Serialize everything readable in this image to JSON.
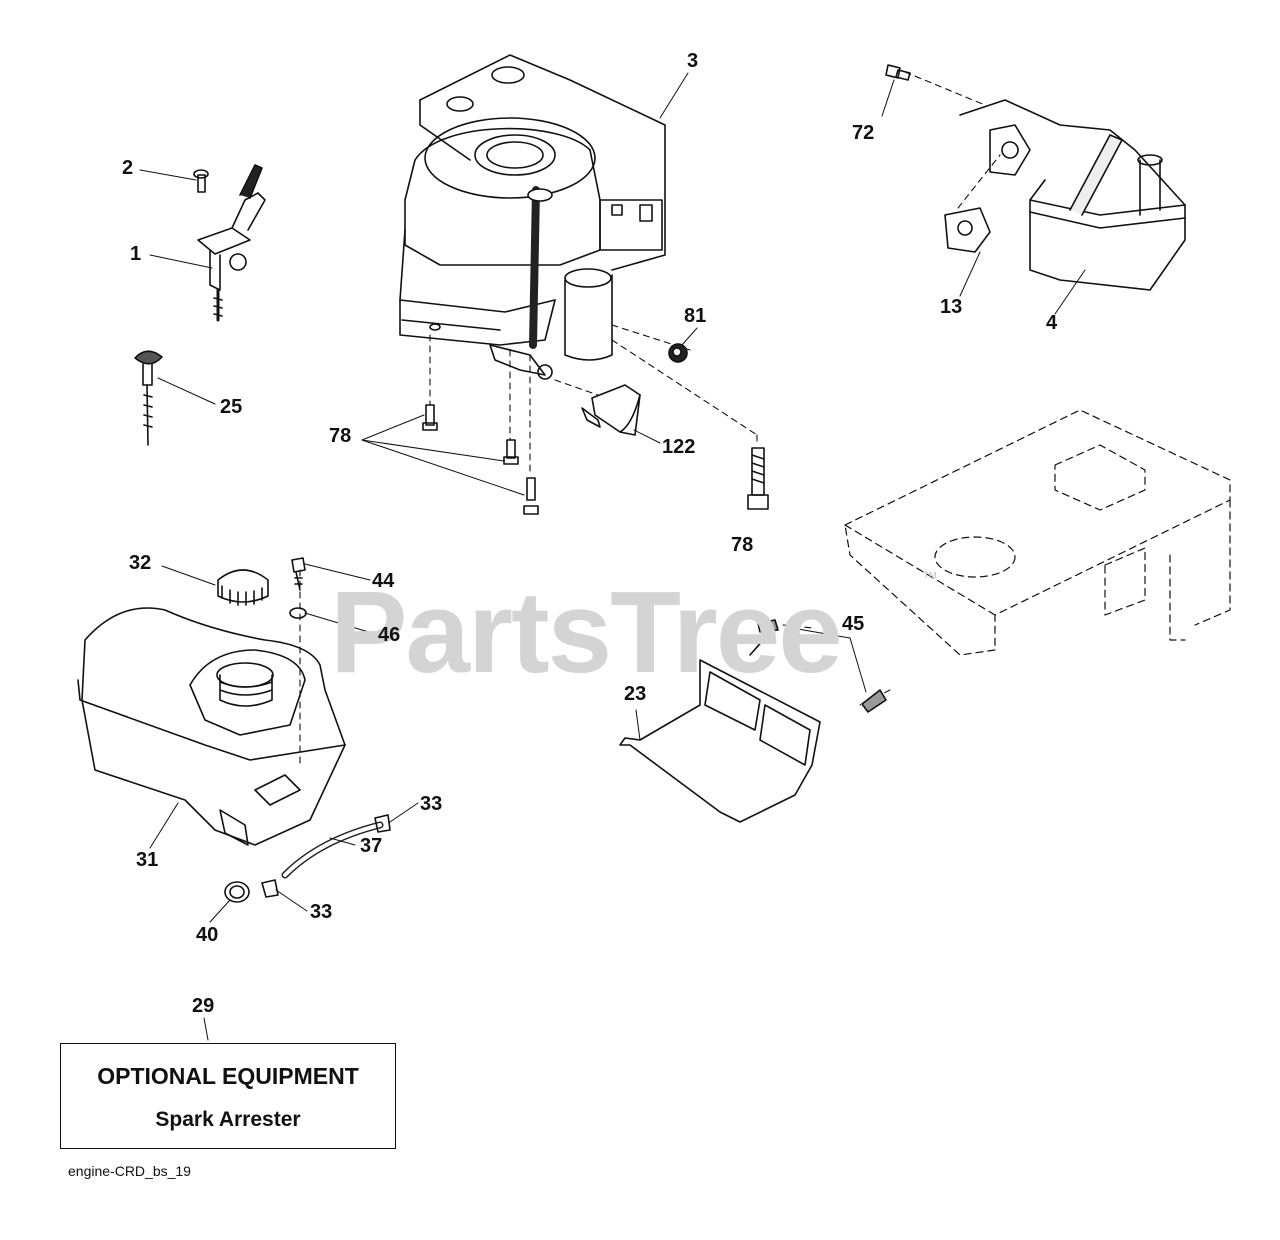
{
  "watermark": "PartsTree",
  "watermark_tm": "™",
  "callouts": [
    "1",
    "2",
    "3",
    "4",
    "13",
    "23",
    "25",
    "29",
    "31",
    "32",
    "33",
    "33",
    "37",
    "40",
    "44",
    "45",
    "46",
    "72",
    "78",
    "78",
    "81",
    "122"
  ],
  "optional_box": {
    "title": "OPTIONAL EQUIPMENT",
    "subtitle": "Spark Arrester"
  },
  "caption": "engine-CRD_bs_19"
}
